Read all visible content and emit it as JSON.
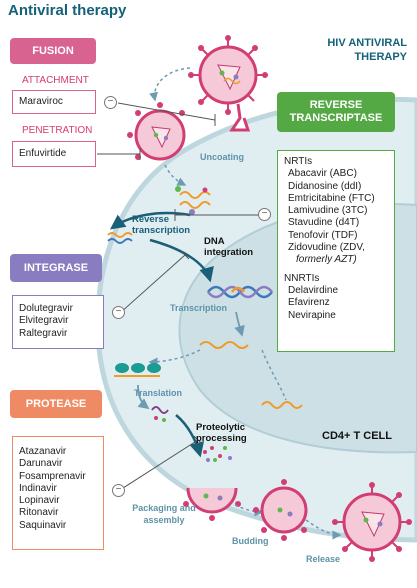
{
  "title": "Antiviral therapy",
  "hiv_title": "HIV ANTIVIRAL THERAPY",
  "cell_label": "CD4+ T CELL",
  "fusion": {
    "label": "FUSION",
    "attachment_label": "ATTACHMENT",
    "attachment_drugs": [
      "Maraviroc"
    ],
    "penetration_label": "PENETRATION",
    "penetration_drugs": [
      "Enfuvirtide"
    ]
  },
  "reverse_transcriptase": {
    "label": "REVERSE TRANSCRIPTASE",
    "nrti_header": "NRTIs",
    "nrtis": [
      "Abacavir (ABC)",
      "Didanosine (ddI)",
      "Emtricitabine (FTC)",
      "Lamivudine (3TC)",
      "Stavudine (d4T)",
      "Tenofovir (TDF)",
      "Zidovudine (ZDV,",
      "formerly AZT)"
    ],
    "nnrti_header": "NNRTIs",
    "nnrtis": [
      "Delavirdine",
      "Efavirenz",
      "Nevirapine"
    ]
  },
  "integrase": {
    "label": "INTEGRASE",
    "drugs": [
      "Dolutegravir",
      "Elvitegravir",
      "Raltegravir"
    ]
  },
  "protease": {
    "label": "PROTEASE",
    "drugs": [
      "Atazanavir",
      "Darunavir",
      "Fosamprenavir",
      "Indinavir",
      "Lopinavir",
      "Ritonavir",
      "Saquinavir"
    ]
  },
  "steps": {
    "uncoating": "Uncoating",
    "reverse_transcription": "Reverse transcription",
    "dna_integration": "DNA integration",
    "transcription": "Transcription",
    "translation": "Translation",
    "proteolytic_processing": "Proteolytic processing",
    "packaging": "Packaging and assembly",
    "budding": "Budding",
    "release": "Release"
  },
  "inhibit_symbol": "−",
  "colors": {
    "title": "#15617a",
    "fusion": "#d86391",
    "reverse_transcriptase": "#55a944",
    "integrase": "#8a7cc0",
    "protease": "#ef8b64",
    "cell_fill": "#e1eef1",
    "nucleus_fill": "#cde0e6",
    "step_text": "#5e93a8"
  }
}
